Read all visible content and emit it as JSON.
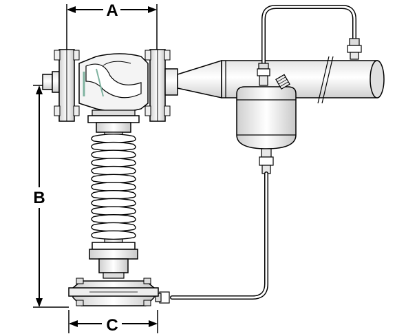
{
  "dimensions": {
    "a_label": "A",
    "b_label": "B",
    "c_label": "C"
  },
  "colors": {
    "line": "#000000",
    "body_fill": "#f2f2f2",
    "shade": "#cfcfcf",
    "valve_accent": "#7fb3a0"
  }
}
